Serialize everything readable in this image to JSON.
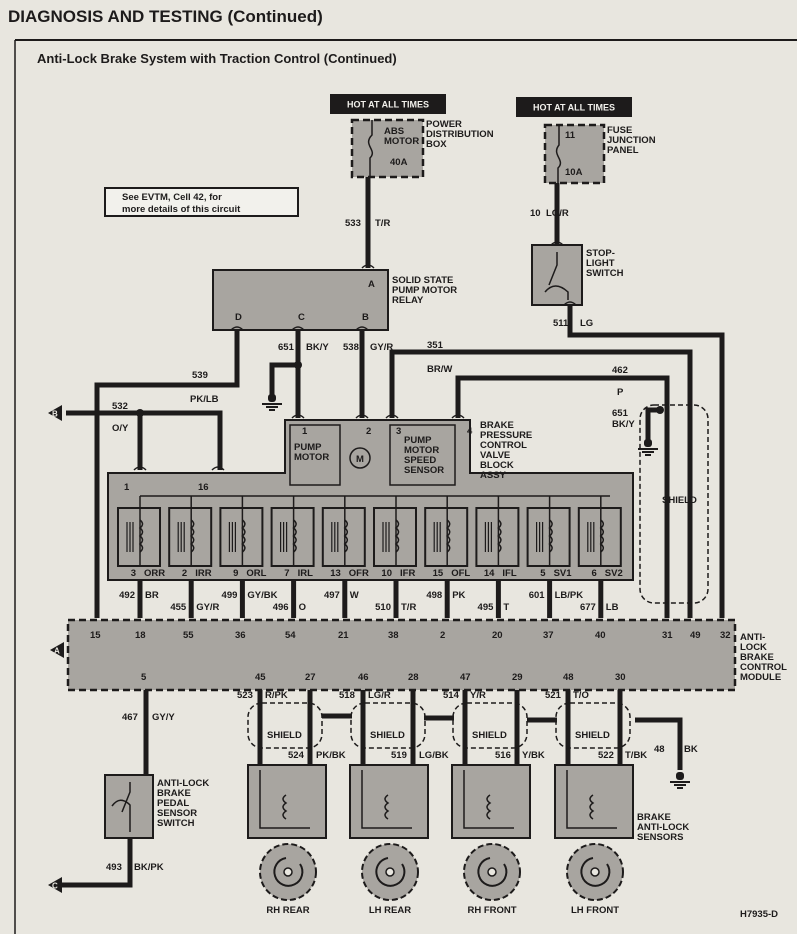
{
  "header": {
    "title": "DIAGNOSIS AND TESTING (Continued)",
    "subtitle": "Anti-Lock Brake System with Traction Control (Continued)"
  },
  "note": {
    "line1": "See EVTM, Cell 42, for",
    "line2": "more details of this circuit"
  },
  "power_sources": [
    "HOT AT ALL TIMES",
    "HOT AT ALL TIMES"
  ],
  "pdb": {
    "name": [
      "POWER",
      "DISTRIBUTION",
      "BOX"
    ],
    "fuse": [
      "ABS",
      "MOTOR"
    ],
    "rating": "40A"
  },
  "fjp": {
    "name": [
      "FUSE",
      "JUNCTION",
      "PANEL"
    ],
    "fuse": "11",
    "rating": "10A"
  },
  "stoplight": [
    "STOP-",
    "LIGHT",
    "SWITCH"
  ],
  "relay": {
    "name": [
      "SOLID STATE",
      "PUMP MOTOR",
      "RELAY"
    ],
    "pins": [
      "A",
      "D",
      "C",
      "B"
    ]
  },
  "valve_block": {
    "name": [
      "BRAKE",
      "PRESSURE",
      "CONTROL",
      "VALVE",
      "BLOCK",
      "ASSY"
    ],
    "pump_motor": [
      "PUMP",
      "MOTOR"
    ],
    "motor_symbol": "M",
    "speed_sensor": [
      "PUMP",
      "MOTOR",
      "SPEED",
      "SENSOR"
    ],
    "pins": [
      "1",
      "2",
      "3",
      "4"
    ],
    "inlet_pins": [
      "1",
      "16"
    ]
  },
  "solenoids": [
    {
      "pin": "3",
      "name": "ORR"
    },
    {
      "pin": "2",
      "name": "IRR"
    },
    {
      "pin": "9",
      "name": "ORL"
    },
    {
      "pin": "7",
      "name": "IRL"
    },
    {
      "pin": "13",
      "name": "OFR"
    },
    {
      "pin": "10",
      "name": "IFR"
    },
    {
      "pin": "15",
      "name": "OFL"
    },
    {
      "pin": "14",
      "name": "IFL"
    },
    {
      "pin": "5",
      "name": "SV1"
    },
    {
      "pin": "6",
      "name": "SV2"
    }
  ],
  "module": {
    "name": [
      "ANTI-",
      "LOCK",
      "BRAKE",
      "CONTROL",
      "MODULE"
    ],
    "top_pins": [
      "15",
      "18",
      "55",
      "36",
      "54",
      "21",
      "38",
      "2",
      "20",
      "37",
      "40",
      "31",
      "49",
      "32"
    ],
    "bottom_pins": [
      "5",
      "45",
      "27",
      "46",
      "28",
      "47",
      "29",
      "48",
      "30"
    ]
  },
  "pedal_switch": [
    "ANTI-LOCK",
    "BRAKE",
    "PEDAL",
    "SENSOR",
    "SWITCH"
  ],
  "sensors": {
    "name": [
      "BRAKE",
      "ANTI-LOCK",
      "SENSORS"
    ],
    "wheels": [
      "RH REAR",
      "LH REAR",
      "RH FRONT",
      "LH FRONT"
    ]
  },
  "shield_label": "SHIELD",
  "connectors": {
    "b": "B",
    "a": "A",
    "c": "C"
  },
  "wires": [
    {
      "circuit": "533",
      "color": "T/R"
    },
    {
      "circuit": "10",
      "color": "LG/R"
    },
    {
      "circuit": "511",
      "color": "LG"
    },
    {
      "circuit": "651",
      "color": "BK/Y"
    },
    {
      "circuit": "538",
      "color": "GY/R"
    },
    {
      "circuit": "351",
      "color": "BR/W"
    },
    {
      "circuit": "539",
      "color": "PK/LB"
    },
    {
      "circuit": "532",
      "color": "O/Y"
    },
    {
      "circuit": "462",
      "color": "P"
    },
    {
      "circuit": "651",
      "color": "BK/Y"
    },
    {
      "circuit": "492",
      "color": "BR"
    },
    {
      "circuit": "455",
      "color": "GY/R"
    },
    {
      "circuit": "499",
      "color": "GY/BK"
    },
    {
      "circuit": "496",
      "color": "O"
    },
    {
      "circuit": "497",
      "color": "W"
    },
    {
      "circuit": "510",
      "color": "T/R"
    },
    {
      "circuit": "498",
      "color": "PK"
    },
    {
      "circuit": "495",
      "color": "T"
    },
    {
      "circuit": "601",
      "color": "LB/PK"
    },
    {
      "circuit": "677",
      "color": "LB"
    },
    {
      "circuit": "467",
      "color": "GY/Y"
    },
    {
      "circuit": "523",
      "color": "R/PK"
    },
    {
      "circuit": "524",
      "color": "PK/BK"
    },
    {
      "circuit": "518",
      "color": "LG/R"
    },
    {
      "circuit": "519",
      "color": "LG/BK"
    },
    {
      "circuit": "514",
      "color": "Y/R"
    },
    {
      "circuit": "516",
      "color": "Y/BK"
    },
    {
      "circuit": "521",
      "color": "T/O"
    },
    {
      "circuit": "522",
      "color": "T/BK"
    },
    {
      "circuit": "48",
      "color": "BK"
    },
    {
      "circuit": "493",
      "color": "BK/PK"
    }
  ],
  "figure_id": "H7935-D"
}
